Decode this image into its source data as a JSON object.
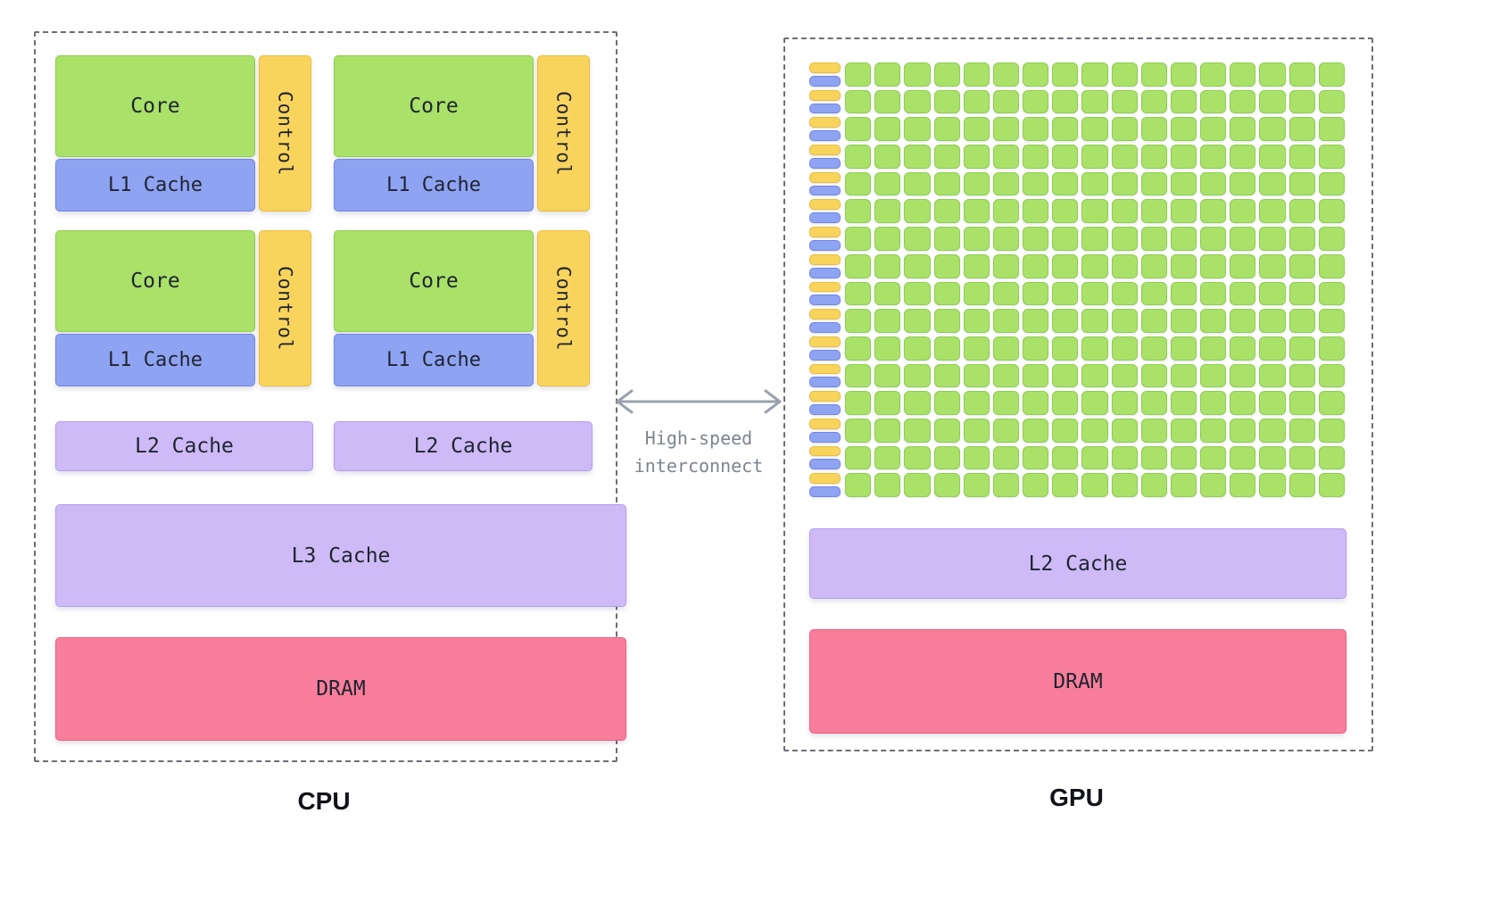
{
  "cpu": {
    "label": "CPU",
    "cores": {
      "core_label": "Core",
      "l1_label": "L1 Cache",
      "control_label": "Control"
    },
    "l2_label": "L2 Cache",
    "l3_label": "L3 Cache",
    "dram_label": "DRAM"
  },
  "gpu": {
    "label": "GPU",
    "grid": {
      "rows": 16,
      "cols": 17
    },
    "l2_label": "L2 Cache",
    "dram_label": "DRAM"
  },
  "interconnect": {
    "line1": "High-speed",
    "line2": "interconnect"
  },
  "colors": {
    "core-green": "#a9e169",
    "core-green-border": "#8fce4e",
    "l1-blue": "#8ea3f2",
    "l1-blue-border": "#6f87e2",
    "control-yellow": "#f9d45c",
    "control-yellow-border": "#e9bd3c",
    "cache-purple": "#cdbaf7",
    "cache-purple-border": "#b49df0",
    "dram-pink": "#f87e9c",
    "dram-pink-border": "#ee5f83",
    "arrow-gray": "#9aa3ad",
    "label-gray": "#7d848d"
  }
}
